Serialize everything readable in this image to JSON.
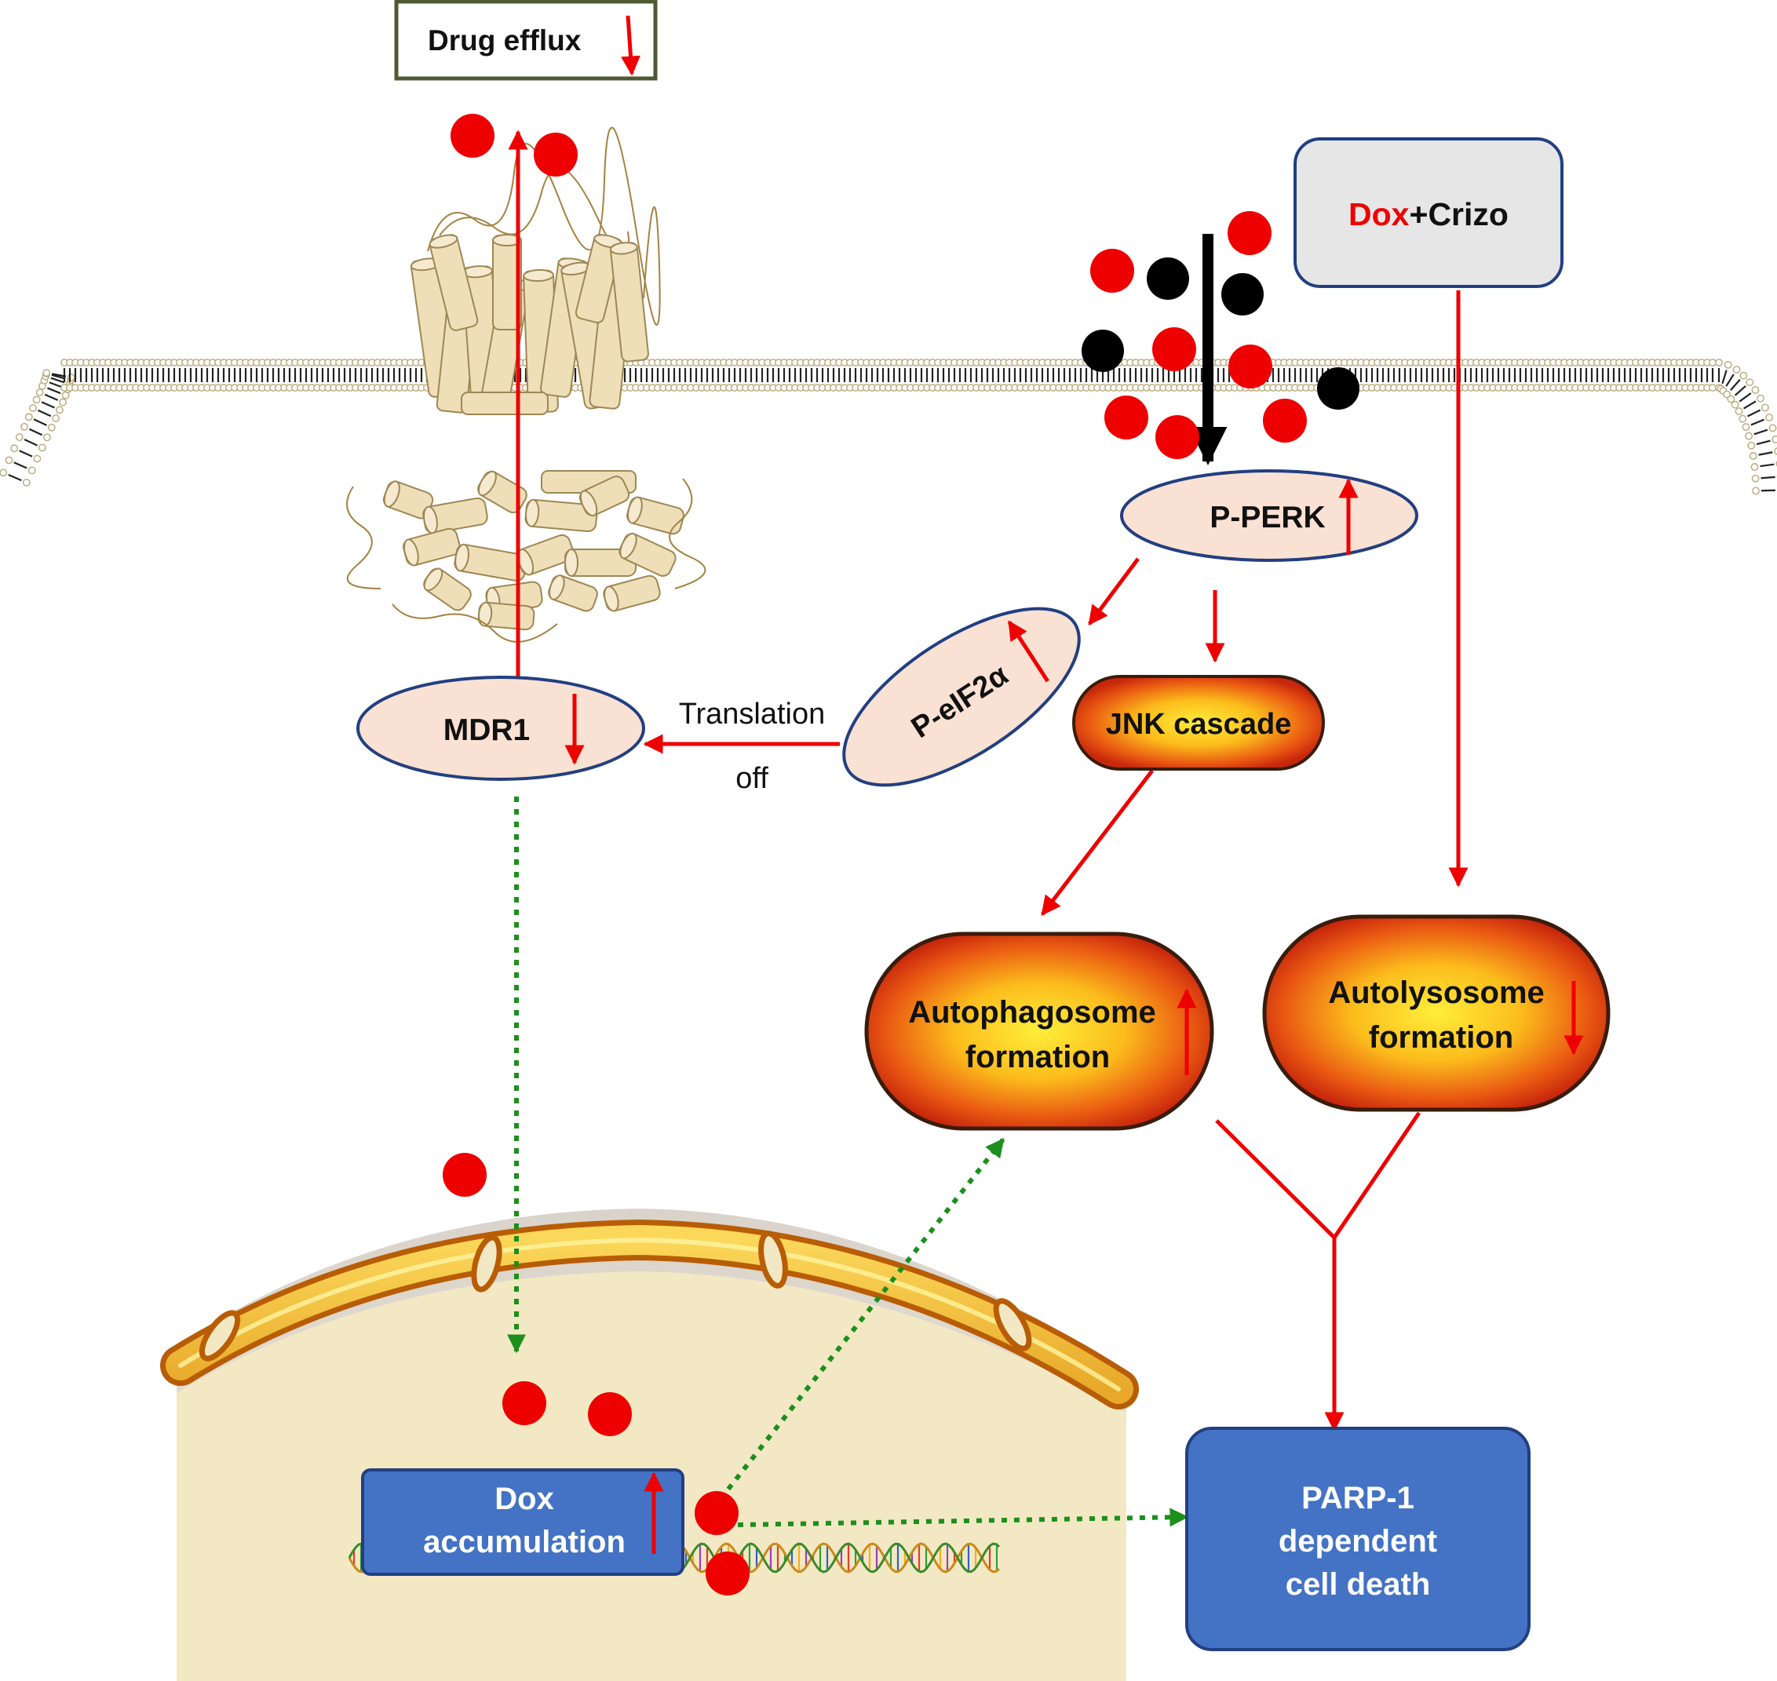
{
  "nodes": {
    "drug_efflux": "Drug efflux",
    "treatment_dox": "Dox",
    "treatment_crizo": "+Crizo",
    "p_perk": "P-PERK",
    "p_eif2a": "P-eIF2α",
    "mdr1": "MDR1",
    "jnk": "JNK cascade",
    "autophagosome_line1": "Autophagosome",
    "autophagosome_line2": "formation",
    "autolysosome_line1": "Autolysosome",
    "autolysosome_line2": "formation",
    "dox_acc_line1": "Dox",
    "dox_acc_line2": "accumulation",
    "parp_line1": "PARP-1",
    "parp_line2": "dependent",
    "parp_line3": "cell death"
  },
  "edge_labels": {
    "translation": "Translation",
    "off": "off"
  },
  "colors": {
    "red": "#ee0000",
    "green": "#1c8f1c",
    "blue_box": "#4472c4",
    "ellipse_fill": "#f9e1d3",
    "ellipse_stroke": "#223f80",
    "nucleus": "#f3e8c4",
    "treatment_box": "#e6e6e6"
  }
}
